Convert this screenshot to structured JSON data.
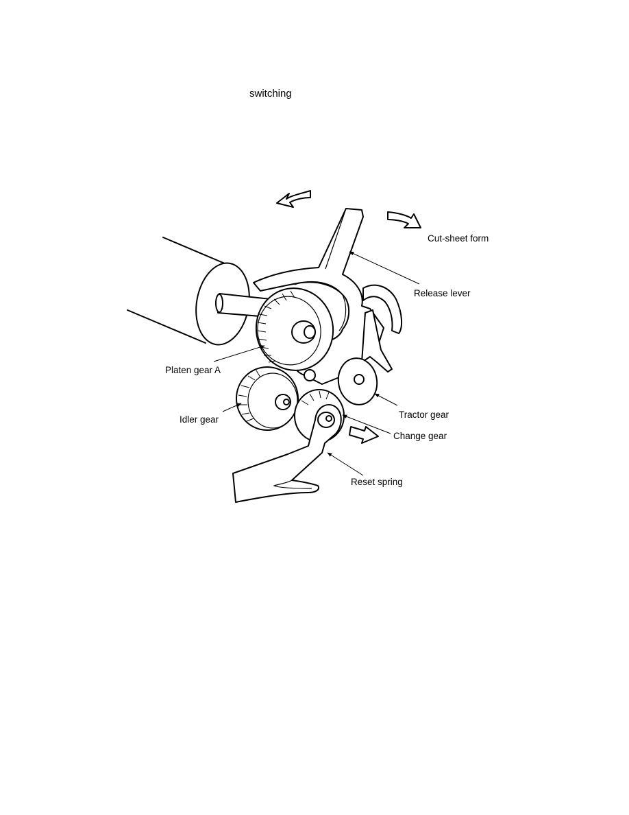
{
  "heading": "switching",
  "labels": {
    "cut_sheet_form": "Cut-sheet form",
    "release_lever": "Release lever",
    "platen_gear_a": "Platen gear A",
    "tractor_gear": "Tractor gear",
    "idler_gear": "Idler gear",
    "change_gear": "Change gear",
    "reset_spring": "Reset spring"
  }
}
